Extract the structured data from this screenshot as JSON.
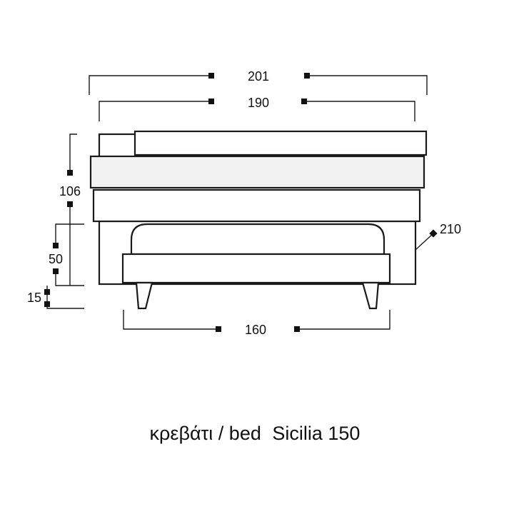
{
  "dimensions": {
    "overall_length": "201",
    "frame_length": "190",
    "total_height": "106",
    "base_height": "50",
    "leg_height": "15",
    "depth": "210",
    "width": "160"
  },
  "caption": {
    "greek_label": "κρεβάτι",
    "separator": "/",
    "english_label": "bed",
    "model_name": "Sicilia 150"
  }
}
